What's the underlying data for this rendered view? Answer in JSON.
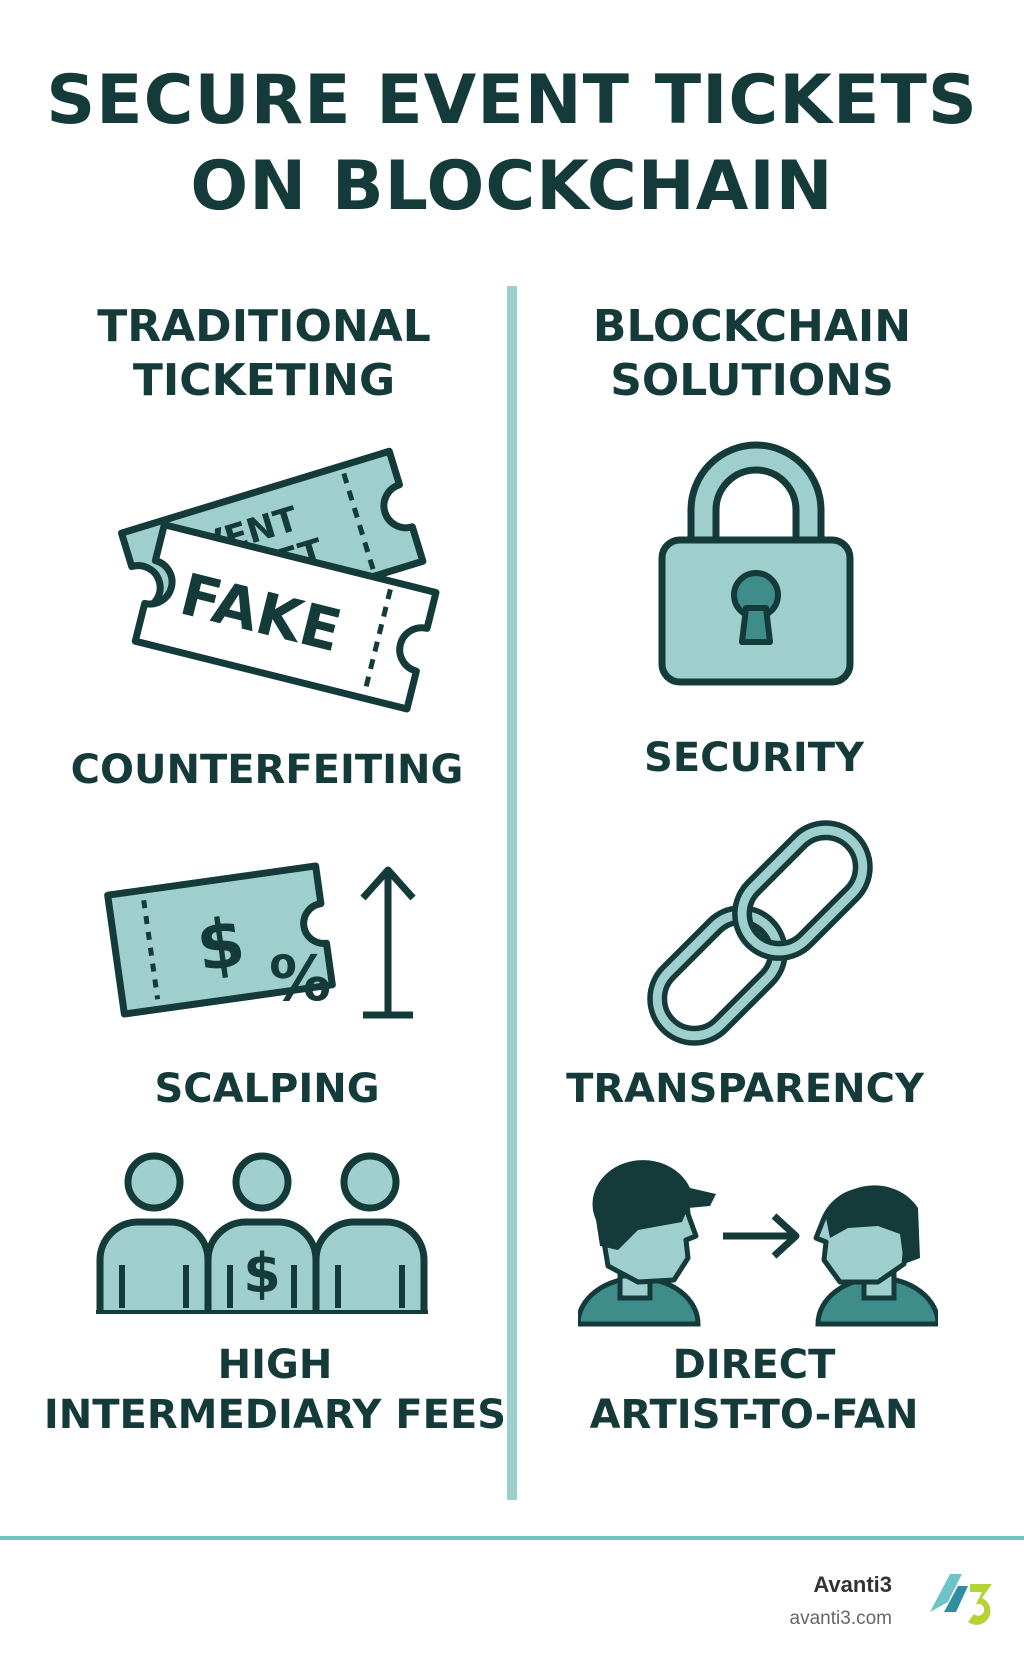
{
  "title": {
    "line1": "SECURE EVENT TICKETS",
    "line2": "ON BLOCKCHAIN"
  },
  "columns": {
    "left": {
      "heading_line1": "TRADITIONAL",
      "heading_line2": "TICKETING",
      "items": [
        {
          "label": "COUNTERFEITING",
          "icon": "fake-ticket-icon"
        },
        {
          "label": "SCALPING",
          "icon": "price-hike-ticket-icon"
        },
        {
          "label_line1": "HIGH",
          "label_line2": "INTERMEDIARY FEES",
          "icon": "middlemen-fees-icon"
        }
      ]
    },
    "right": {
      "heading_line1": "BLOCKCHAIN",
      "heading_line2": "SOLUTIONS",
      "items": [
        {
          "label": "SECURITY",
          "icon": "padlock-icon"
        },
        {
          "label": "TRANSPARENCY",
          "icon": "chain-link-icon"
        },
        {
          "label_line1": "DIRECT",
          "label_line2": "ARTIST-TO-FAN",
          "icon": "artist-to-fan-icon"
        }
      ]
    }
  },
  "ticket_text": {
    "event": "EVENT",
    "ticket": "TICKET",
    "fake": "FAKE"
  },
  "icon_glyphs": {
    "dollar": "$",
    "percent": "%"
  },
  "footer": {
    "brand": "Avanti3",
    "url": "avanti3.com"
  },
  "colors": {
    "dark": "#143a3a",
    "teal_fill": "#9fcfcc",
    "teal_dark": "#3f8d8b",
    "divider": "#9fcfcc",
    "footer_line": "#6fc3c7"
  }
}
